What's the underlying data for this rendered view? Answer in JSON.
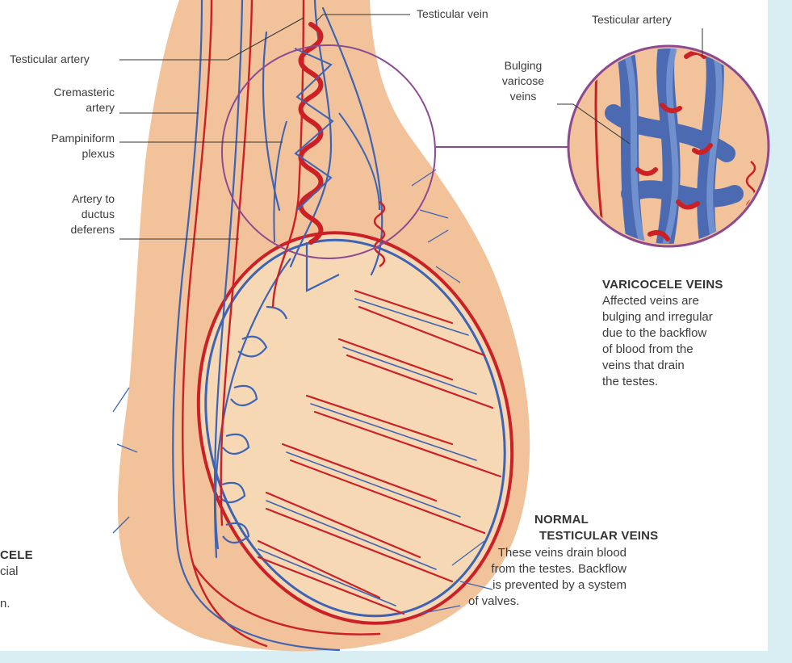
{
  "labels": {
    "testicular_vein": "Testicular vein",
    "testicular_artery": "Testicular artery",
    "cremasteric_artery": [
      "Cremasteric",
      "artery"
    ],
    "pampiniform_plexus": [
      "Pampiniform",
      "plexus"
    ],
    "artery_ductus": [
      "Artery to",
      "ductus",
      "deferens"
    ],
    "inset_artery": "Testicular artery",
    "bulging": [
      "Bulging",
      "varicose",
      "veins"
    ]
  },
  "varicocele": {
    "heading": "VARICOCELE VEINS",
    "body": [
      "Affected veins are",
      "bulging and irregular",
      "due to the backflow",
      "of blood from the",
      "veins that drain",
      "the testes."
    ]
  },
  "normal": {
    "heading": [
      "NORMAL",
      "TESTICULAR VEINS"
    ],
    "body": [
      "These veins drain blood",
      "from the testes. Backflow",
      "is prevented by a system",
      "of valves."
    ]
  },
  "left_fragments": {
    "celle": "CELE",
    "cial": "cial",
    "n": "n."
  },
  "colors": {
    "skin": "#f2c39a",
    "vein": "#3d63b5",
    "artery": "#cc2027",
    "frame": "#8e4a91",
    "side_panel": "#d8eef2"
  }
}
